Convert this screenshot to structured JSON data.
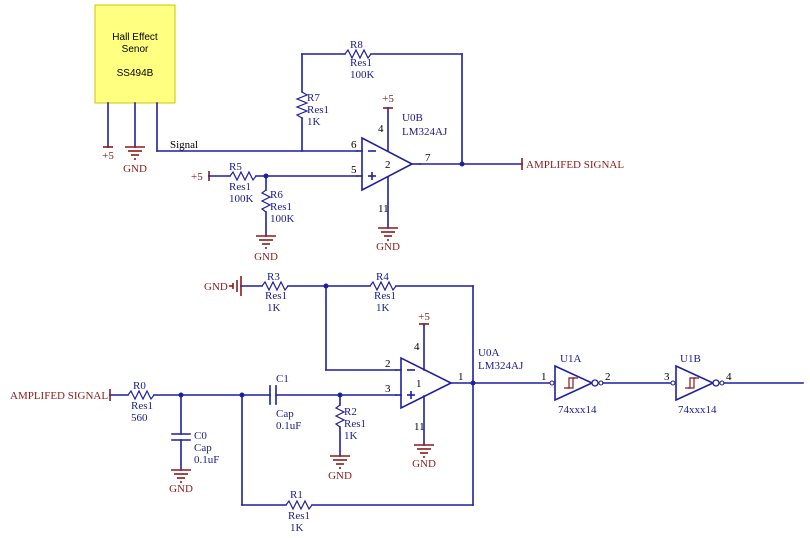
{
  "sensor": {
    "title_line1": "Hall Effect",
    "title_line2": "Senor",
    "part": "SS494B"
  },
  "nets": {
    "plus5": "+5",
    "gnd": "GND",
    "signal": "Signal",
    "amplified": "AMPLIFED SIGNAL"
  },
  "components": {
    "R8": {
      "ref": "R8",
      "type": "Res1",
      "value": "100K"
    },
    "R7": {
      "ref": "R7",
      "type": "Res1",
      "value": "1K"
    },
    "R5": {
      "ref": "R5",
      "type": "Res1",
      "value": "100K"
    },
    "R6": {
      "ref": "R6",
      "type": "Res1",
      "value": "100K"
    },
    "U0B": {
      "ref": "U0B",
      "part": "LM324AJ",
      "section": "2",
      "pin_minus": "6",
      "pin_plus": "5",
      "pin_out": "7",
      "pin_v": "4",
      "pin_g": "11"
    },
    "R3": {
      "ref": "R3",
      "type": "Res1",
      "value": "1K"
    },
    "R4": {
      "ref": "R4",
      "type": "Res1",
      "value": "1K"
    },
    "U0A": {
      "ref": "U0A",
      "part": "LM324AJ",
      "section": "1",
      "pin_minus": "2",
      "pin_plus": "3",
      "pin_out": "1",
      "pin_v": "4",
      "pin_g": "11"
    },
    "R0": {
      "ref": "R0",
      "type": "Res1",
      "value": "560"
    },
    "C1": {
      "ref": "C1",
      "type": "Cap",
      "value": "0.1uF"
    },
    "C0": {
      "ref": "C0",
      "type": "Cap",
      "value": "0.1uF"
    },
    "R2": {
      "ref": "R2",
      "type": "Res1",
      "value": "1K"
    },
    "R1": {
      "ref": "R1",
      "type": "Res1",
      "value": "1K"
    },
    "U1A": {
      "ref": "U1A",
      "part": "74xxx14",
      "pin_in": "1",
      "pin_out": "2"
    },
    "U1B": {
      "ref": "U1B",
      "part": "74xxx14",
      "pin_in": "3",
      "pin_out": "4"
    }
  }
}
